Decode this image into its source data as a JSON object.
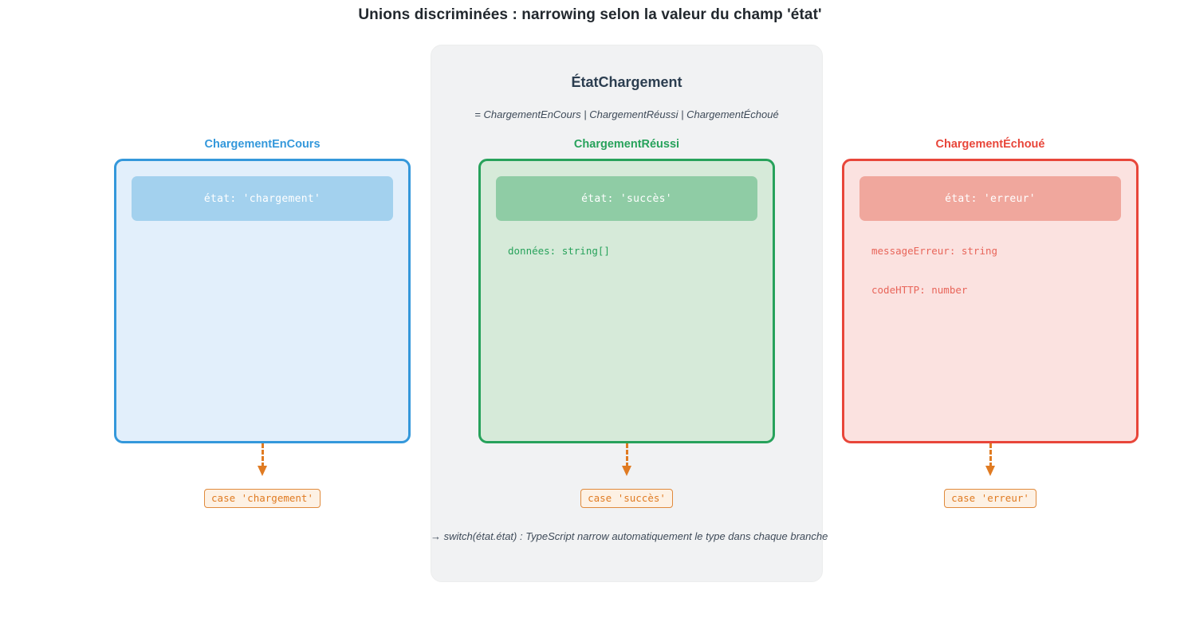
{
  "title": "Unions discriminées : narrowing selon la valeur du champ 'état'",
  "union": {
    "name": "ÉtatChargement",
    "definition": "= ChargementEnCours | ChargementRéussi | ChargementÉchoué",
    "switch_note": "→ switch(état.état)  :  TypeScript narrow automatiquement le type dans chaque branche"
  },
  "colors": {
    "loading": "#3498db",
    "success": "#27a25b",
    "error": "#e8463a",
    "accent_orange": "#e07b22",
    "panel_bg": "#f1f2f3",
    "title_text": "#22282e"
  },
  "variants": [
    {
      "title": "ChargementEnCours",
      "discriminant": "état: 'chargement'",
      "fields": [],
      "case_label": "case 'chargement'"
    },
    {
      "title": "ChargementRéussi",
      "discriminant": "état: 'succès'",
      "fields": [
        "données: string[]"
      ],
      "case_label": "case 'succès'"
    },
    {
      "title": "ChargementÉchoué",
      "discriminant": "état: 'erreur'",
      "fields": [
        "messageErreur: string",
        "codeHTTP: number"
      ],
      "case_label": "case 'erreur'"
    }
  ]
}
